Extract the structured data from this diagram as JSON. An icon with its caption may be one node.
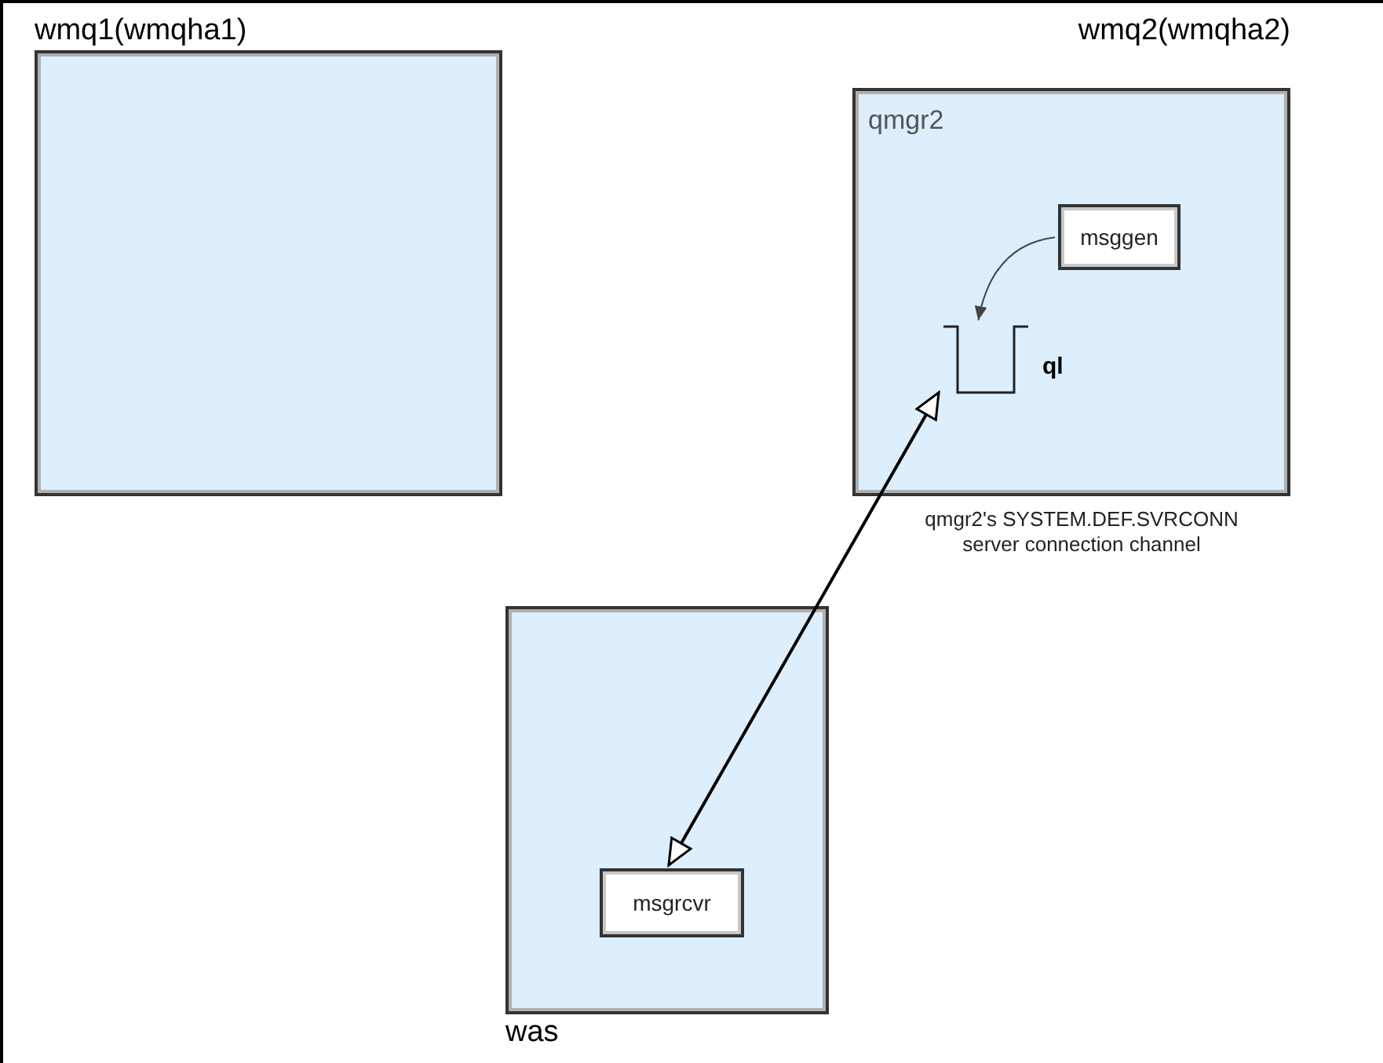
{
  "diagram": {
    "nodes": [
      {
        "text": [
          "wmq1(wmqha1)"
        ]
      },
      {
        "text": [
          "wmq2(wmqha2)",
          "qmgr2"
        ]
      },
      {
        "text": [
          "msggen"
        ],
        "in": 1
      },
      {
        "text": [
          "ql"
        ],
        "in": 1
      },
      {
        "text": [
          "was"
        ]
      },
      {
        "text": [
          "msgrcvr"
        ],
        "in": 4
      }
    ],
    "edges": [
      {
        "from": 2,
        "to": 3,
        "arrow": "to",
        "color": "#444444"
      },
      {
        "from": 5,
        "to": 3,
        "arrow": "both",
        "label": "qmgr2's SYSTEM.DEF.SVRCONN server connection channel"
      }
    ]
  }
}
